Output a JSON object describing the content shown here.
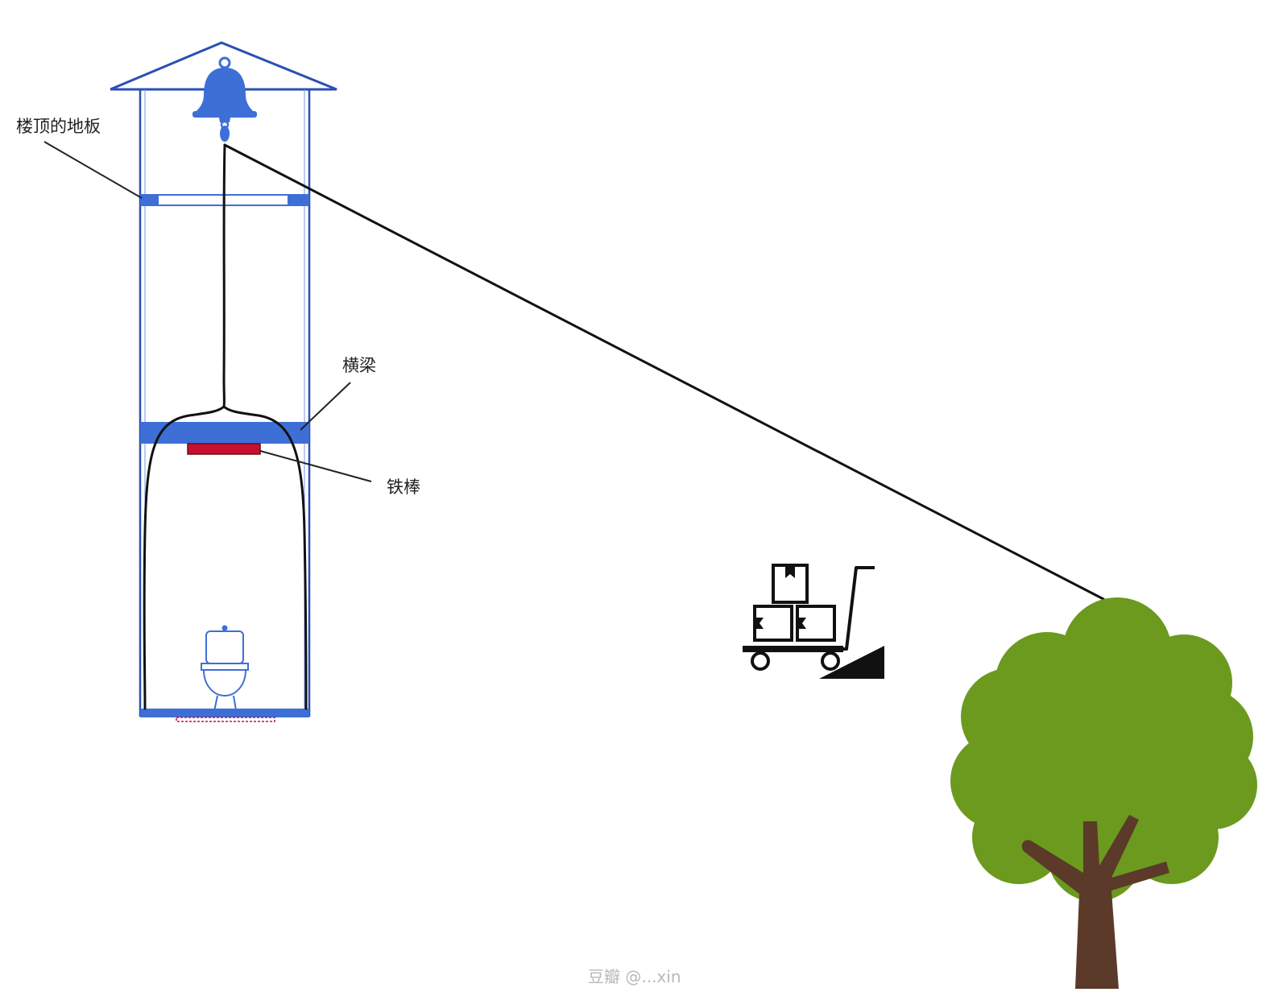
{
  "labels": {
    "top_floor": "楼顶的地板",
    "crossbeam": "横梁",
    "iron_rod": "铁棒"
  },
  "watermark": "豆瓣 @...xin",
  "colors": {
    "structure_blue": "#3d6fd6",
    "outline_blue": "#2a4fb5",
    "rope": "#111111",
    "iron_rod_red": "#c8102e",
    "tree_foliage": "#6b9a1f",
    "tree_trunk": "#5b3a29"
  },
  "icons": [
    "bell-icon",
    "toilet-icon",
    "hand-truck-icon",
    "tree-icon"
  ]
}
